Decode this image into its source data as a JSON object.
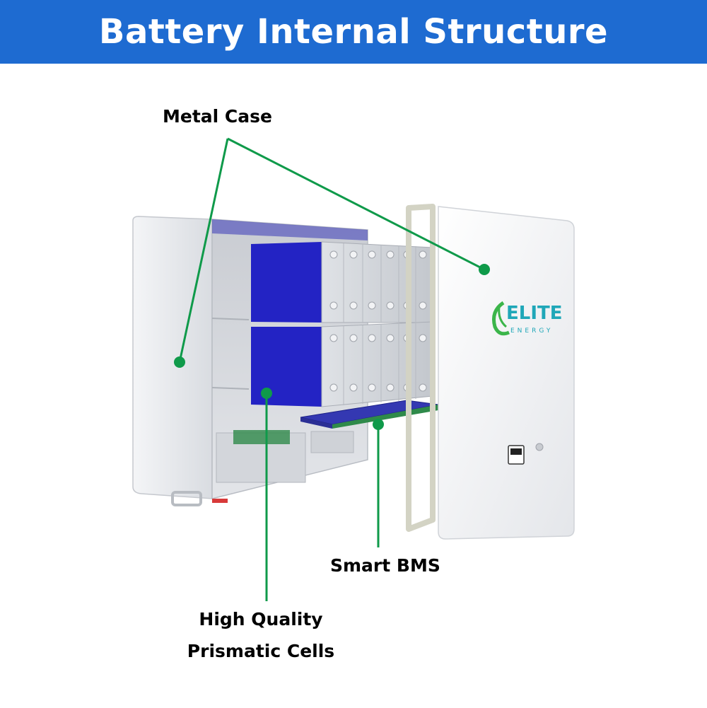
{
  "header": {
    "title": "Battery Internal Structure"
  },
  "labels": {
    "metal_case": "Metal Case",
    "smart_bms": "Smart BMS",
    "cells_line1": "High Quality",
    "cells_line2": "Prismatic Cells"
  },
  "logo": {
    "brand_word": "ELITE",
    "brand_sub": "ENERGY"
  },
  "colors": {
    "header_bg": "#1e6bd1",
    "callout_line": "#0f9a4a",
    "cell_blue": "#2323c4",
    "case_white": "#eef0f3",
    "logo_teal": "#1fa7b8",
    "logo_green": "#3bb54a"
  }
}
